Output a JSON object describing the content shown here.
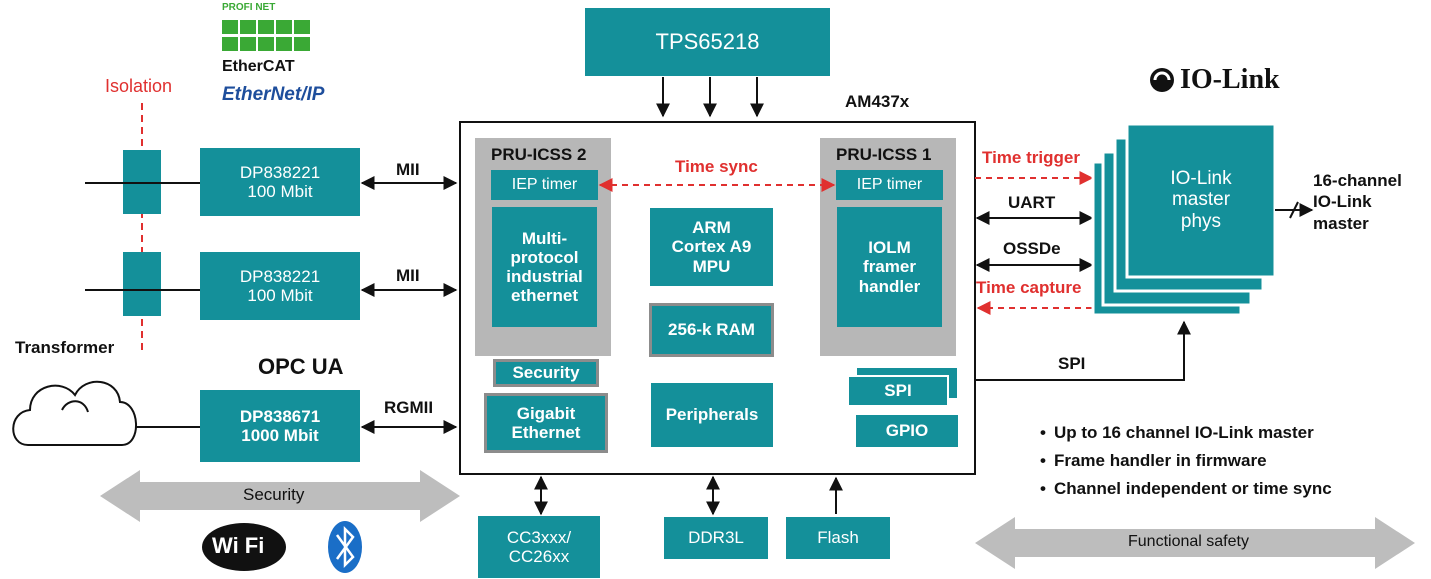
{
  "labels": {
    "tps": "TPS65218",
    "am437x": "AM437x",
    "pru2_title": "PRU-ICSS 2",
    "pru1_title": "PRU-ICSS 1",
    "iep_timer_2": "IEP timer",
    "iep_timer_1": "IEP timer",
    "time_sync": "Time sync",
    "multiprotocol": "Multi-\nprotocol\nindustrial\nethernet",
    "arm": "ARM\nCortex A9\nMPU",
    "ram": "256-k RAM",
    "iolm": "IOLM\nframer\nhandler",
    "security_block": "Security",
    "gigabit": "Gigabit\nEthernet",
    "peripherals": "Peripherals",
    "spi_block": "SPI",
    "gpio": "GPIO",
    "phy1": "DP838221\n100 Mbit",
    "phy2": "DP838221\n100 Mbit",
    "phy3": "DP838671\n1000 Mbit",
    "mii1": "MII",
    "mii2": "MII",
    "rgmii": "RGMII",
    "isolation": "Isolation",
    "transformer": "Transformer",
    "security_arrow": "Security",
    "cc3xxx": "CC3xxx/\nCC26xx",
    "ddr3l": "DDR3L",
    "flash": "Flash",
    "time_trigger": "Time trigger",
    "uart": "UART",
    "ossde": "OSSDe",
    "time_capture": "Time capture",
    "spi_line": "SPI",
    "iolink_phys": "IO-Link\nmaster\nphys",
    "channel_16": "16-channel\nIO-Link\nmaster",
    "functional_safety": "Functional safety",
    "iolink_logo": "IO-Link",
    "opcua_logo": "OPC UA",
    "ethercat_logo": "EtherCAT",
    "ethernetip_logo": "EtherNet/IP",
    "wifi_logo": "Wi Fi",
    "profinet_logo": "PROFI NET"
  },
  "bullets": [
    "Up to 16 channel IO-Link master",
    "Frame handler in firmware",
    "Channel independent or time sync"
  ],
  "icons": [
    "cloud-icon",
    "bluetooth-icon",
    "io-link-logo-icon",
    "wifi-logo-icon",
    "profinet-logo-icon"
  ],
  "colors": {
    "block_teal": "#14909a",
    "gray_container": "#b7b7b7",
    "timing_red": "#e0302f",
    "arrow_gray": "#bdbdbd"
  }
}
